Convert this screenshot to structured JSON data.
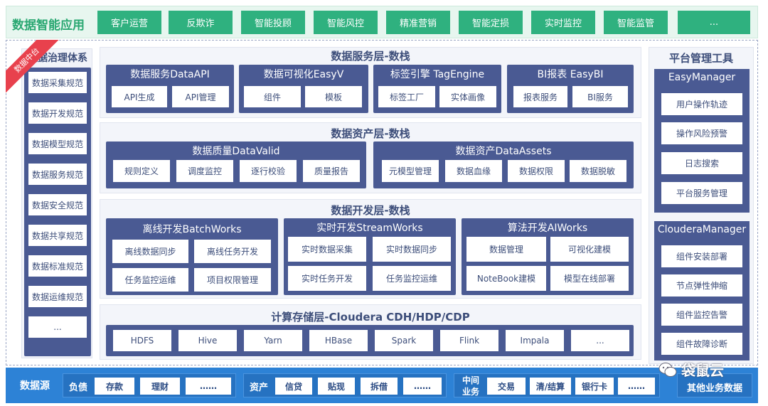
{
  "app_bar": {
    "title": "数据智能应用",
    "buttons": [
      "客户运营",
      "反欺诈",
      "智能投顾",
      "智能风控",
      "精准营销",
      "智能定损",
      "实时监控",
      "智能监管",
      "..."
    ]
  },
  "ribbon": "数据中台",
  "governance": {
    "title": "数据治理体系",
    "items": [
      "数据采集规范",
      "数据开发规范",
      "数据模型规范",
      "数据服务规范",
      "数据安全规范",
      "数据共享规范",
      "数据标准规范",
      "数据运维规范",
      "..."
    ]
  },
  "service_layer": {
    "title": "数据服务层-数栈",
    "groups": [
      {
        "title": "数据服务DataAPI",
        "items": [
          "API生成",
          "API管理"
        ]
      },
      {
        "title": "数据可视化EasyV",
        "items": [
          "组件",
          "模板"
        ]
      },
      {
        "title": "标签引擎 TagEngine",
        "items": [
          "标签工厂",
          "实体画像"
        ]
      },
      {
        "title": "BI报表 EasyBI",
        "items": [
          "报表服务",
          "BI服务"
        ]
      }
    ]
  },
  "asset_layer": {
    "title": "数据资产层-数栈",
    "groups": [
      {
        "title": "数据质量DataValid",
        "items": [
          "规则定义",
          "调度监控",
          "逐行校验",
          "质量报告"
        ]
      },
      {
        "title": "数据资产DataAssets",
        "items": [
          "元模型管理",
          "数据血缘",
          "数据权限",
          "数据脱敏"
        ]
      }
    ]
  },
  "dev_layer": {
    "title": "数据开发层-数栈",
    "groups": [
      {
        "title": "离线开发BatchWorks",
        "items": [
          "离线数据同步",
          "离线任务开发",
          "任务监控运维",
          "项目权限管理"
        ]
      },
      {
        "title": "实时开发StreamWorks",
        "items": [
          "实时数据采集",
          "实时数据同步",
          "实时任务开发",
          "任务监控运维"
        ]
      },
      {
        "title": "算法开发AIWorks",
        "items": [
          "数据管理",
          "可视化建模",
          "NoteBook建模",
          "模型在线部署"
        ]
      }
    ]
  },
  "storage_layer": {
    "title": "计算存储层-Cloudera CDH/HDP/CDP",
    "items": [
      "HDFS",
      "Hive",
      "Yarn",
      "HBase",
      "Spark",
      "Flink",
      "Impala",
      "..."
    ]
  },
  "tools": {
    "title": "平台管理工具",
    "groups": [
      {
        "title": "EasyManager",
        "items": [
          "用户操作轨迹",
          "操作风险预警",
          "日志搜索",
          "平台服务管理"
        ]
      },
      {
        "title": "ClouderaManager",
        "items": [
          "组件安装部署",
          "节点弹性伸缩",
          "组件监控告警",
          "组件故障诊断"
        ]
      }
    ]
  },
  "data_source": {
    "label": "数据源",
    "groups": [
      {
        "name": "负债",
        "items": [
          "存款",
          "理财",
          "……"
        ]
      },
      {
        "name": "资产",
        "items": [
          "信贷",
          "贴现",
          "拆借",
          "……"
        ]
      },
      {
        "name": "中间业务",
        "items": [
          "交易",
          "清/结算",
          "银行卡",
          "……"
        ]
      }
    ],
    "other": "其他业务数据"
  },
  "watermark": "袋鼠云",
  "colors": {
    "app_green": "#2fb17f",
    "layer_navy": "#4a5a93",
    "source_blue": "#2d82d6",
    "ribbon_red": "#e8414d"
  }
}
